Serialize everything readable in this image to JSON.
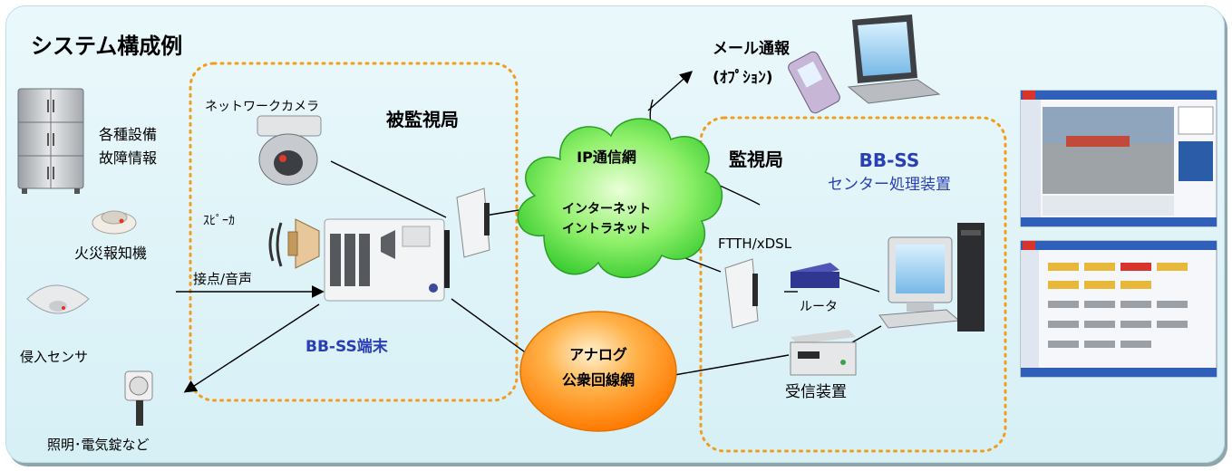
{
  "title": "システム構成例",
  "monitored_station": "被監視局",
  "network_camera": "ネットワークカメラ",
  "speaker": "ｽﾋﾟｰｶ",
  "equipment_fault": [
    "各種設備",
    "故障情報"
  ],
  "fire_alarm": "火災報知機",
  "contact_voice": "接点/音声",
  "intrusion_sensor": "侵入センサ",
  "lighting": "照明･電気錠など",
  "terminal": "BB-SS端末",
  "ip_network": {
    "title": "IP通信網",
    "line1": "インターネット",
    "line2": "イントラネット"
  },
  "analog_network": {
    "line1": "アナログ",
    "line2": "公衆回線網"
  },
  "mail_notification": {
    "line1": "メール通報",
    "line2": "(ｵﾌﾟｼｮﾝ)"
  },
  "monitoring_station": "監視局",
  "center_system": {
    "line1": "BB-SS",
    "line2": "センター処理装置"
  },
  "ftth": "FTTH/xDSL",
  "router": "ルータ",
  "receiver": "受信装置",
  "colors": {
    "accent_blue": "#2a3fb5",
    "cloud_green": "#57e64a",
    "analog_orange": "#ff8c1a",
    "dotted_orange": "#f39c1e"
  }
}
